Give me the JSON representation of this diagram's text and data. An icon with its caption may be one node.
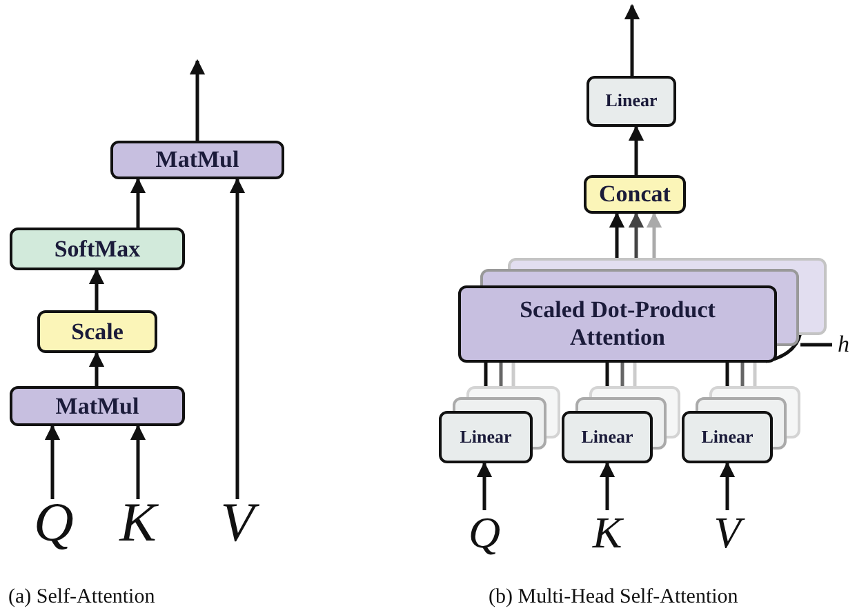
{
  "diagram": {
    "nodes": [
      {
        "text": [
          "MatMul"
        ]
      },
      {
        "text": [
          "SoftMax"
        ]
      },
      {
        "text": [
          "Scale"
        ]
      },
      {
        "text": [
          "MatMul"
        ]
      },
      {
        "text": [
          "Q"
        ]
      },
      {
        "text": [
          "K"
        ]
      },
      {
        "text": [
          "V"
        ]
      },
      {
        "text": [
          "Linear"
        ]
      },
      {
        "text": [
          "Concat"
        ]
      },
      {
        "text": [
          "Scaled Dot-Product Attention"
        ]
      },
      {
        "text": [
          "Linear"
        ]
      },
      {
        "text": [
          "Linear"
        ]
      },
      {
        "text": [
          "Linear"
        ]
      },
      {
        "text": [
          "Q"
        ]
      },
      {
        "text": [
          "K"
        ]
      },
      {
        "text": [
          "V"
        ]
      }
    ],
    "edges": [
      {
        "from": 0,
        "to": null,
        "arrow": "to"
      },
      {
        "from": 1,
        "to": 0,
        "arrow": "to"
      },
      {
        "from": 2,
        "to": 1,
        "arrow": "to"
      },
      {
        "from": 3,
        "to": 2,
        "arrow": "to"
      },
      {
        "from": 4,
        "to": 3,
        "arrow": "to"
      },
      {
        "from": 5,
        "to": 3,
        "arrow": "to"
      },
      {
        "from": 6,
        "to": 0,
        "arrow": "to"
      },
      {
        "from": 7,
        "to": null,
        "arrow": "to"
      },
      {
        "from": 8,
        "to": 7,
        "arrow": "to"
      },
      {
        "from": 9,
        "to": 8,
        "arrow": "to"
      },
      {
        "from": 9,
        "to": 8,
        "arrow": "to",
        "color": "#444444"
      },
      {
        "from": 9,
        "to": 8,
        "arrow": "to",
        "color": "#aaaaaa"
      },
      {
        "from": 10,
        "to": 9,
        "arrow": "none"
      },
      {
        "from": 10,
        "to": 9,
        "arrow": "none",
        "color": "#666666"
      },
      {
        "from": 10,
        "to": 9,
        "arrow": "none",
        "color": "#cccccc"
      },
      {
        "from": 11,
        "to": 9,
        "arrow": "none"
      },
      {
        "from": 11,
        "to": 9,
        "arrow": "none",
        "color": "#666666"
      },
      {
        "from": 11,
        "to": 9,
        "arrow": "none",
        "color": "#cccccc"
      },
      {
        "from": 12,
        "to": 9,
        "arrow": "none"
      },
      {
        "from": 12,
        "to": 9,
        "arrow": "none",
        "color": "#666666"
      },
      {
        "from": 12,
        "to": 9,
        "arrow": "none",
        "color": "#cccccc"
      },
      {
        "from": 13,
        "to": 10,
        "arrow": "to"
      },
      {
        "from": 14,
        "to": 11,
        "arrow": "to"
      },
      {
        "from": 15,
        "to": 12,
        "arrow": "to"
      }
    ],
    "labels": [
      "h",
      "(a) Self-Attention",
      "(b) Multi-Head Self-Attention"
    ]
  }
}
